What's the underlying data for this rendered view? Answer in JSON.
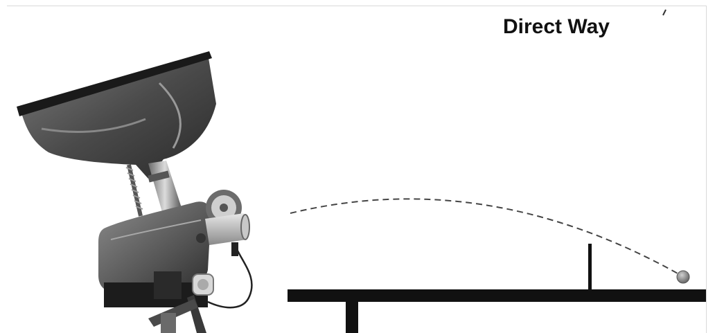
{
  "diagram": {
    "title": "Direct Way",
    "parts": {
      "robot": "table-tennis-robot",
      "trajectory": "ball-trajectory",
      "table": "table-tennis-table",
      "net": "net",
      "ball": "ball"
    },
    "colors": {
      "table": "#111111",
      "trajectory": "#444444",
      "robot_body": "#5a5a5a",
      "ball": "#8a8a8a"
    }
  }
}
